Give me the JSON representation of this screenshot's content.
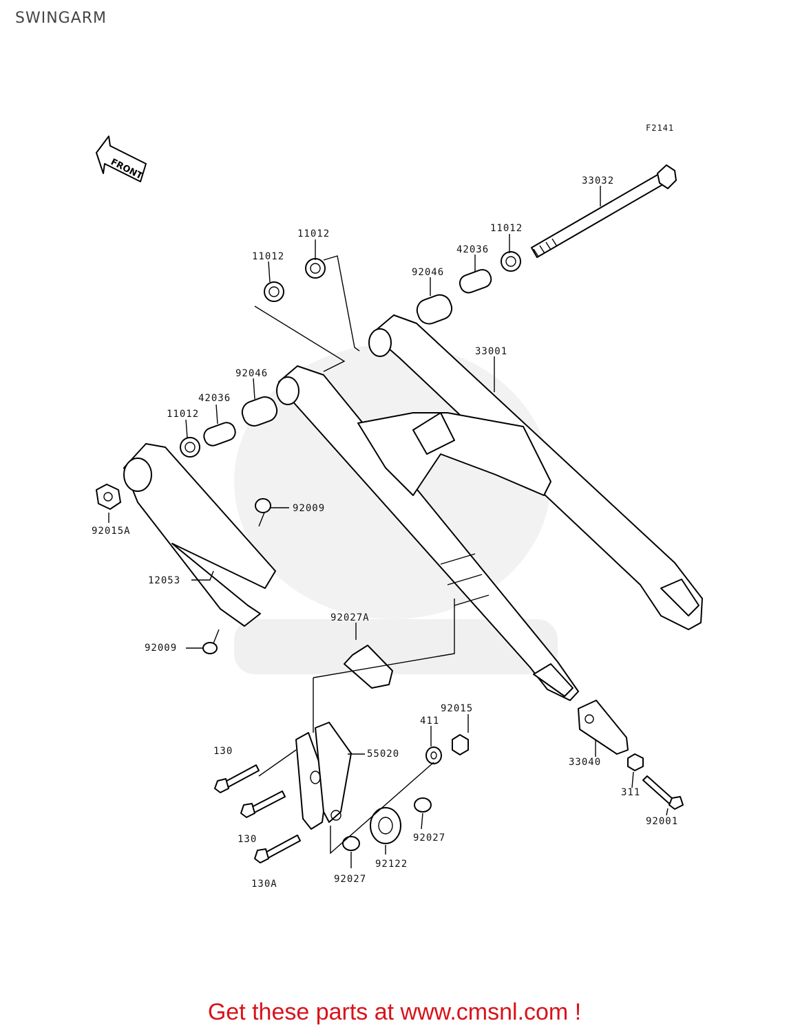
{
  "title": "SWINGARM",
  "figure_code": "F2141",
  "front_arrow_label": "FRONT",
  "footer": "Get these parts at www.cmsnl.com !",
  "part_labels": {
    "p33032": "33032",
    "p11012_a": "11012",
    "p11012_b": "11012",
    "p11012_c": "11012",
    "p11012_d": "11012",
    "p42036_a": "42036",
    "p42036_b": "42036",
    "p92046_a": "92046",
    "p92046_b": "92046",
    "p33001": "33001",
    "p92015A": "92015A",
    "p92009_a": "92009",
    "p92009_b": "92009",
    "p12053": "12053",
    "p92027A": "92027A",
    "p92015": "92015",
    "p411": "411",
    "p130_a": "130",
    "p130_b": "130",
    "p130A": "130A",
    "p55020": "55020",
    "p33040": "33040",
    "p311": "311",
    "p92001": "92001",
    "p92027_a": "92027",
    "p92027_b": "92027",
    "p92122": "92122"
  },
  "colors": {
    "footer": "#d8121a",
    "line": "#000000",
    "watermark": "#e6e6e6"
  }
}
